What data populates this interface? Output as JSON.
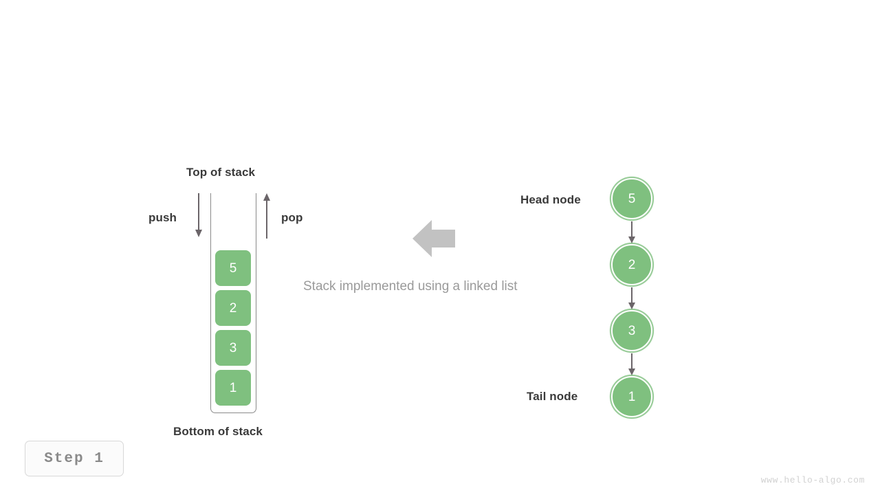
{
  "diagram": {
    "caption": "Stack implemented using a linked list",
    "step_badge": "Step  1",
    "watermark": "www.hello-algo.com",
    "colors": {
      "node_fill": "#7FC07F",
      "node_ring": "#9ACD9A",
      "box_fill": "#7FC07F",
      "arrow": "#6b6569",
      "block_arrow": "#c2c2c2",
      "label_text": "#3a3a3a",
      "caption_text": "#9a9a9a"
    }
  },
  "stack": {
    "top_label": "Top of stack",
    "bottom_label": "Bottom of stack",
    "push_label": "push",
    "pop_label": "pop",
    "items": [
      {
        "value": "5"
      },
      {
        "value": "2"
      },
      {
        "value": "3"
      },
      {
        "value": "1"
      }
    ]
  },
  "linked_list": {
    "head_label": "Head node",
    "tail_label": "Tail node",
    "nodes": [
      {
        "value": "5"
      },
      {
        "value": "2"
      },
      {
        "value": "3"
      },
      {
        "value": "1"
      }
    ]
  }
}
